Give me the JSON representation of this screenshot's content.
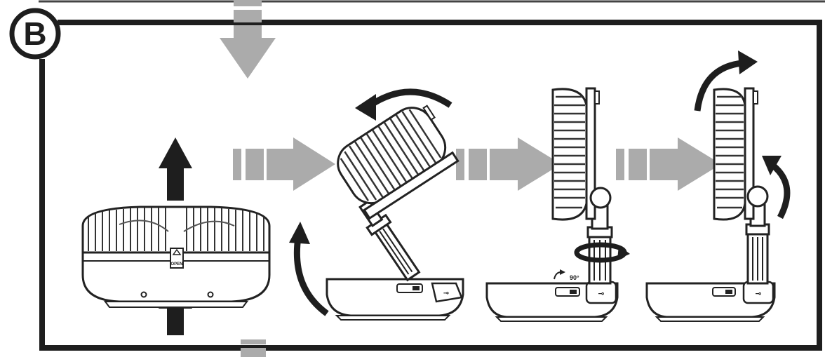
{
  "step_badge": {
    "letter": "B"
  },
  "base_button": {
    "label": "OPEN"
  },
  "rotation": {
    "angle_label": "90°"
  },
  "colors": {
    "frame": "#1e1e1e",
    "flow_arrow": "#ababab",
    "motion_arrow": "#1e1e1e",
    "line": "#222222",
    "paper": "#ffffff"
  }
}
